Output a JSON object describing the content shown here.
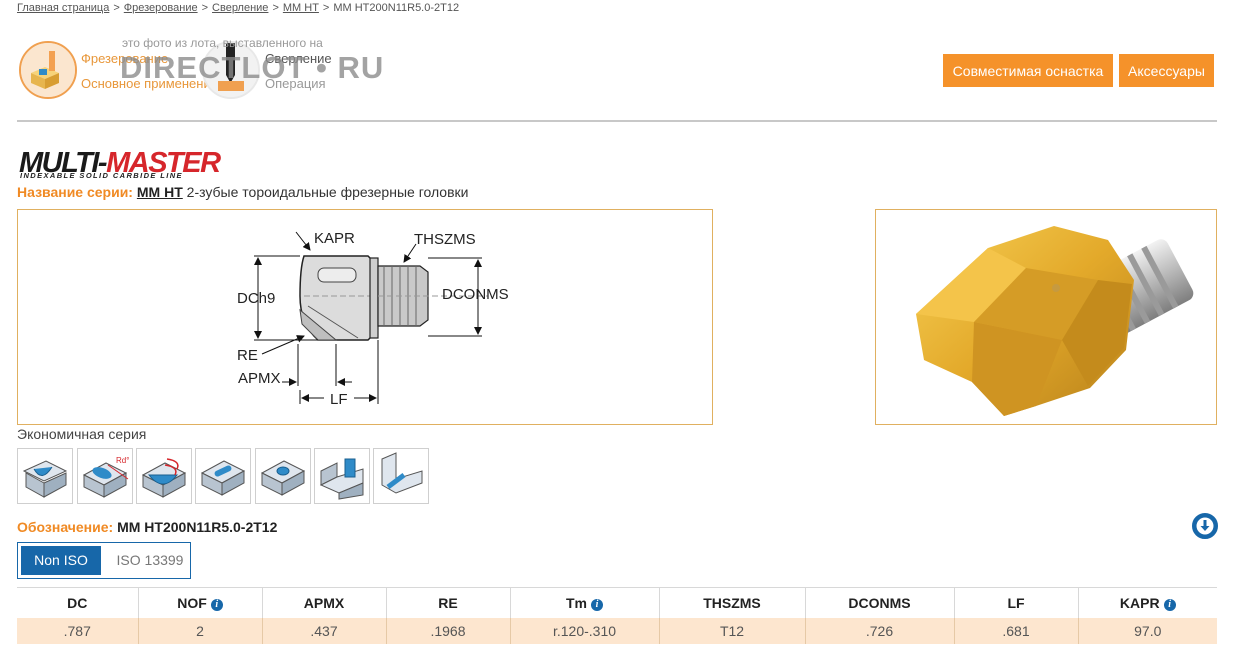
{
  "breadcrumb": {
    "items": [
      "Главная страница",
      "Фрезерование",
      "Сверление",
      "MM HT"
    ],
    "current": "MM HT200N11R5.0-2T12",
    "separator": ">"
  },
  "header": {
    "primary_app": {
      "name": "Фрезерование",
      "caption": "Основное применение"
    },
    "secondary_app": {
      "name": "Сверление",
      "caption": "Операция"
    },
    "watermark_caption": "это фото из лота, выставленного на",
    "watermark_brand": "DIRECTLOT • RU",
    "buttons": [
      "Совместимая оснастка",
      "Аксессуары"
    ]
  },
  "brand": {
    "title_part1": "MULTI-",
    "title_part2": "MASTER",
    "subtitle": "INDEXABLE SOLID CARBIDE LINE"
  },
  "series": {
    "label": "Название серии:",
    "code": "MM HT",
    "description": "2-зубые тороидальные фрезерные головки"
  },
  "drawing": {
    "labels": [
      "KAPR",
      "THSZMS",
      "DCh9",
      "DCONMS",
      "RE",
      "APMX",
      "LF"
    ]
  },
  "economy_series": "Экономичная серия",
  "application_icons": [
    "profile-milling-icon",
    "ramping-icon",
    "helical-interpolation-icon",
    "slotting-icon",
    "plunging-icon",
    "shoulder-milling-icon",
    "chamfering-icon"
  ],
  "designation": {
    "label": "Обозначение:",
    "value": "MM HT200N11R5.0-2T12"
  },
  "tabs": {
    "active": "Non ISO",
    "inactive": "ISO 13399"
  },
  "table": {
    "headers": [
      {
        "text": "DC",
        "info": false
      },
      {
        "text": "NOF",
        "info": true
      },
      {
        "text": "APMX",
        "info": false
      },
      {
        "text": "RE",
        "info": false
      },
      {
        "text": "Tm",
        "info": true
      },
      {
        "text": "THSZMS",
        "info": false
      },
      {
        "text": "DCONMS",
        "info": false
      },
      {
        "text": "LF",
        "info": false
      },
      {
        "text": "KAPR",
        "info": true
      }
    ],
    "row": [
      ".787",
      "2",
      ".437",
      ".1968",
      "r.120-.310",
      "T12",
      ".726",
      ".681",
      "97.0"
    ]
  },
  "colors": {
    "accent_orange": "#f5922a",
    "label_orange": "#f08a24",
    "primary_blue": "#1767a9",
    "row_highlight": "#fde6cf",
    "box_border": "#e0b060",
    "gold_tool": "#e3a92a"
  }
}
